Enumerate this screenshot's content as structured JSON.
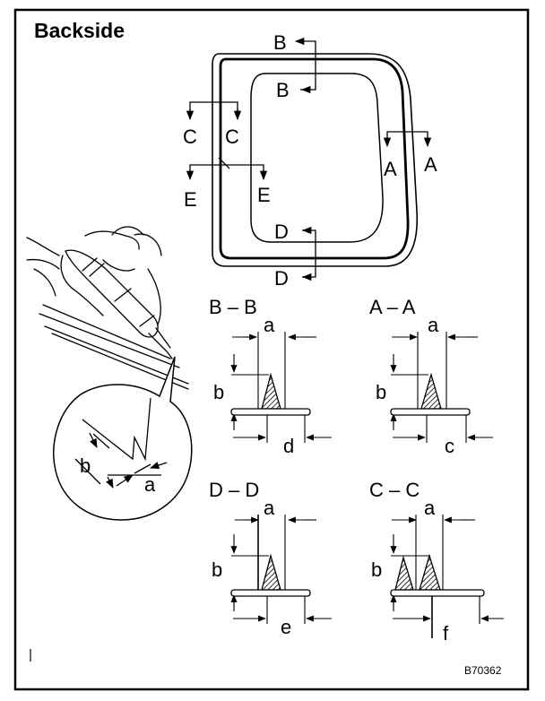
{
  "title": "Backside",
  "figure_code": "B70362",
  "window_labels": {
    "b_outer": "B",
    "b_inner": "B",
    "c_outer": "C",
    "c_inner": "C",
    "a_inner": "A",
    "a_outer": "A",
    "e_outer": "E",
    "e_inner": "E",
    "d_inner": "D",
    "d_outer": "D"
  },
  "sections": {
    "bb": {
      "title": "B – B",
      "a": "a",
      "b": "b",
      "side": "d"
    },
    "aa": {
      "title": "A – A",
      "a": "a",
      "b": "b",
      "side": "c"
    },
    "dd": {
      "title": "D – D",
      "a": "a",
      "b": "b",
      "side": "e"
    },
    "cc": {
      "title": "C – C",
      "a": "a",
      "b": "b",
      "side": "f"
    }
  },
  "detail": {
    "a": "a",
    "b": "b"
  }
}
